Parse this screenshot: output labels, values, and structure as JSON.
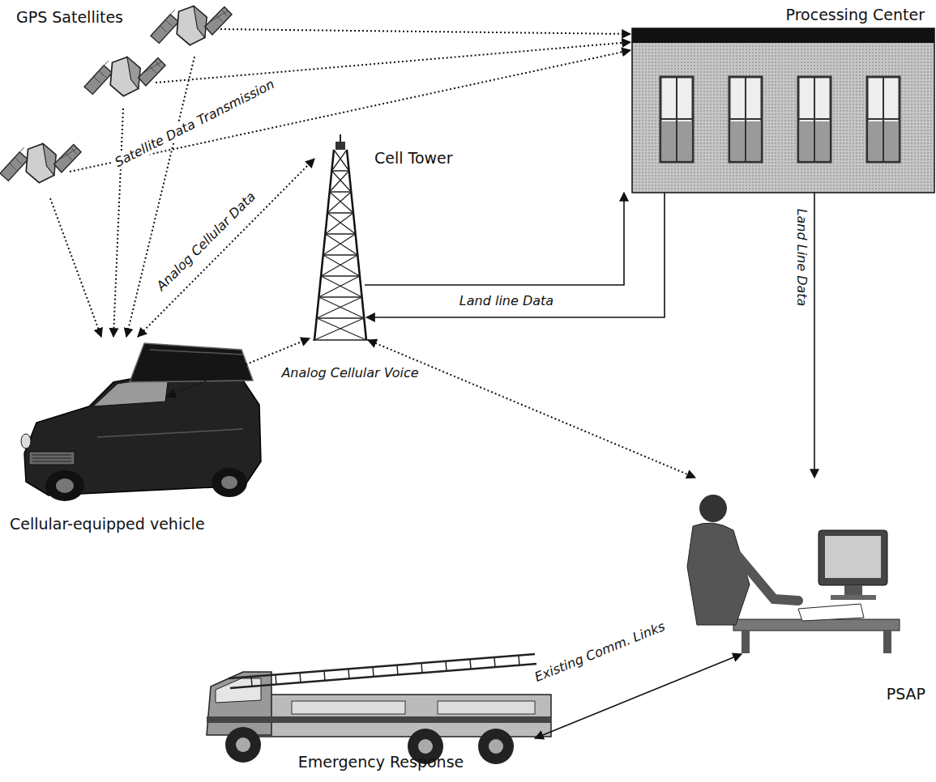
{
  "diagram": {
    "nodes": [
      {
        "text": [
          "GPS Satellites"
        ]
      },
      {
        "text": [
          "Processing Center"
        ]
      },
      {
        "text": [
          "Cell Tower"
        ]
      },
      {
        "text": [
          "Cellular-equipped vehicle"
        ]
      },
      {
        "text": [
          "PSAP"
        ]
      },
      {
        "text": [
          "Emergency Response"
        ]
      }
    ],
    "edges": [
      {
        "from": 0,
        "to": 3,
        "arrow": "to"
      },
      {
        "from": 0,
        "to": 3,
        "arrow": "to"
      },
      {
        "from": 0,
        "to": 3,
        "arrow": "to"
      },
      {
        "from": 0,
        "to": 1,
        "arrow": "to"
      },
      {
        "from": 0,
        "to": 1,
        "label": "Satellite Data Transmission",
        "arrow": "to"
      },
      {
        "from": 0,
        "to": 1,
        "arrow": "to"
      },
      {
        "from": 3,
        "to": 2,
        "label": "Analog Cellular Data",
        "arrow": "both"
      },
      {
        "from": 3,
        "to": 2,
        "label": "Analog Cellular Voice",
        "arrow": "both"
      },
      {
        "from": 2,
        "to": 4,
        "arrow": "both"
      },
      {
        "from": 2,
        "to": 1,
        "label": "Land line Data",
        "arrow": "to"
      },
      {
        "from": 1,
        "to": 2,
        "arrow": "to"
      },
      {
        "from": 1,
        "to": 4,
        "label": "Land Line Data",
        "arrow": "to"
      },
      {
        "from": 4,
        "to": 5,
        "label": "Existing Comm. Links",
        "arrow": "both"
      }
    ]
  }
}
